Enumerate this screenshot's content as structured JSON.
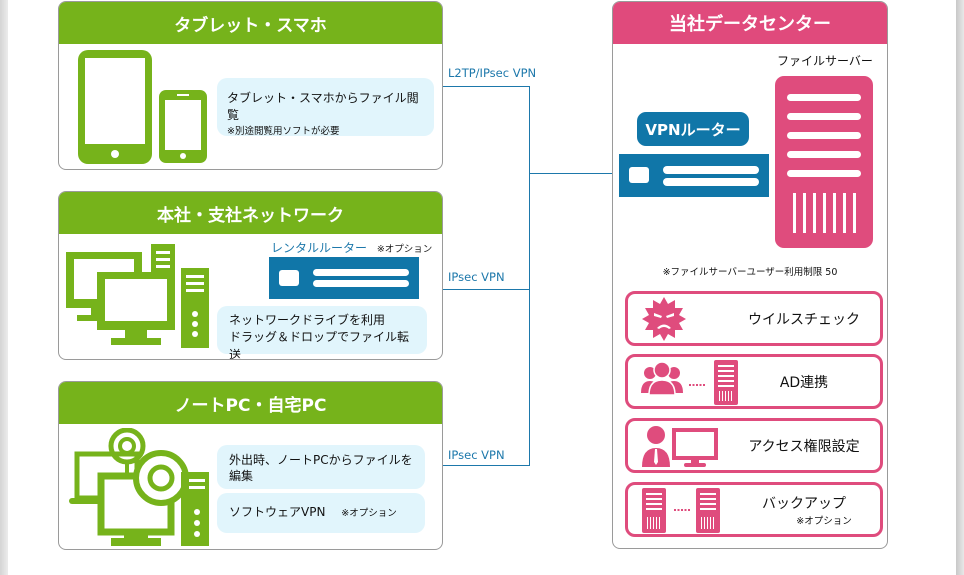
{
  "panels": {
    "tablet": {
      "title": "タブレット・スマホ",
      "desc": "タブレット・スマホからファイル閲覧",
      "note": "※別途閲覧用ソフトが必要"
    },
    "office": {
      "title": "本社・支社ネットワーク",
      "router_label": "レンタルルーター",
      "router_note": "※オプション",
      "desc_line1": "ネットワークドライブを利用",
      "desc_line2": "ドラッグ＆ドロップでファイル転送"
    },
    "home": {
      "title": "ノートPC・自宅PC",
      "desc": "外出時、ノートPCからファイルを編集",
      "vpn_label": "ソフトウェアVPN",
      "vpn_note": "※オプション"
    }
  },
  "connections": [
    {
      "label": "L2TP/IPsec VPN"
    },
    {
      "label": "IPsec VPN"
    },
    {
      "label": "IPsec VPN"
    }
  ],
  "datacenter": {
    "title": "当社データセンター",
    "file_server_label": "ファイルサーバー",
    "vpn_router_label": "VPNルーター",
    "user_limit_note": "※ファイルサーバーユーザー利用制限 50",
    "features": [
      {
        "label": "ウイルスチェック",
        "icon": "virus-icon"
      },
      {
        "label": "AD連携",
        "icon": "users-server-icon"
      },
      {
        "label": "アクセス権限設定",
        "icon": "user-monitor-icon"
      },
      {
        "label": "バックアップ",
        "note": "※オプション",
        "icon": "server-backup-icon"
      }
    ]
  },
  "colors": {
    "green": "#76b31b",
    "pink": "#e04a7c",
    "blue": "#1d78ab",
    "bubble": "#e1f5fc"
  }
}
